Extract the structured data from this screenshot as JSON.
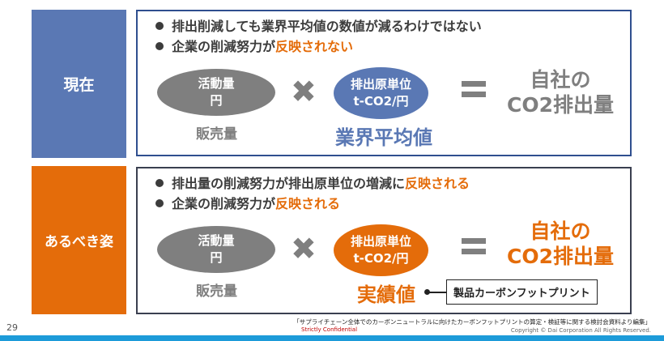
{
  "page_number": "29",
  "sections": {
    "now": {
      "label": "現在",
      "bullets": [
        {
          "text": "排出削減しても業界平均値の数値が減るわけではない",
          "highlight": ""
        },
        {
          "text": "企業の削減努力が",
          "highlight": "反映されない"
        }
      ],
      "activity": {
        "line1": "活動量",
        "line2": "円",
        "caption": "販売量"
      },
      "factor": {
        "line1": "排出原単位",
        "line2": "t-CO2/円",
        "caption": "業界平均値"
      },
      "result": {
        "line1": "自社の",
        "line2": "CO2排出量"
      }
    },
    "ideal": {
      "label": "あるべき姿",
      "bullets": [
        {
          "text": "排出量の削減努力が排出原単位の増減に",
          "highlight": "反映される"
        },
        {
          "text": "企業の削減努力が",
          "highlight": "反映される"
        }
      ],
      "activity": {
        "line1": "活動量",
        "line2": "円",
        "caption": "販売量"
      },
      "factor": {
        "line1": "排出原単位",
        "line2": "t-CO2/円",
        "caption": "実績値"
      },
      "result": {
        "line1": "自社の",
        "line2": "CO2排出量"
      },
      "callout": "製品カーボンフットプリント"
    }
  },
  "symbols": {
    "times": "✖"
  },
  "footer": {
    "confidential": "Strictly Confidential",
    "source": "「サプライチェーン全体でのカーボンニュートラルに向けたカーボンフットプリントの算定・検証等に関する検討会資料より編集」",
    "copyright": "Copyright © Dai Corporation All Rights Reserved."
  },
  "colors": {
    "blue": "#5a78b4",
    "orange": "#e46c0a",
    "gray": "#7f7f7f",
    "footer_bar": "#1d9bd9"
  }
}
